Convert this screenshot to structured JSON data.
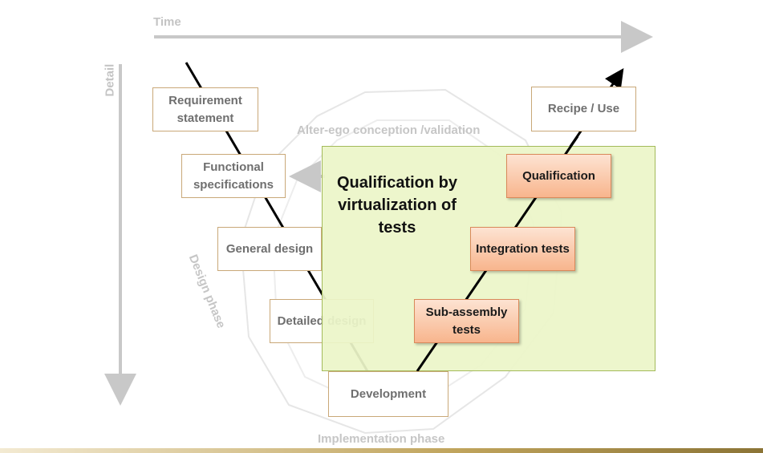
{
  "axes": {
    "time_label": "Time",
    "detail_label": "Detail"
  },
  "phases": {
    "design": "Design phase",
    "implementation": "Implementation phase",
    "alter_ego": "Alter-ego conception /validation"
  },
  "design_boxes": {
    "requirement": "Requirement statement",
    "functional": "Functional specifications",
    "general": "General design",
    "detailed": "Detailed design"
  },
  "development_box": "Development",
  "recipe_box": "Recipe / Use",
  "virtual_panel": {
    "title": "Qualification by virtualization of tests",
    "boxes": {
      "qualification": "Qualification",
      "integration": "Integration tests",
      "subassembly": "Sub-assembly tests"
    }
  },
  "colors": {
    "panel_fill": "#ecf5c8",
    "orange_box": "#f8b58d",
    "box_border": "#c9a878"
  }
}
